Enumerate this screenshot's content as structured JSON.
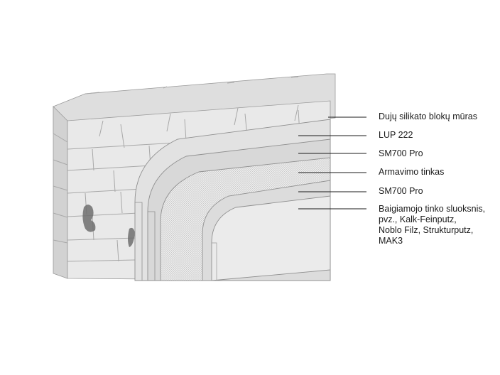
{
  "layers": [
    {
      "label": "Dujų silikato blokų mūras"
    },
    {
      "label": "LUP 222"
    },
    {
      "label": "SM700 Pro"
    },
    {
      "label": "Armavimo tinkas"
    },
    {
      "label": "SM700 Pro"
    },
    {
      "label": "Baigiamojo tinko sluoksnis,\npvz., Kalk-Feinputz,\nNoblo Filz, Strukturputz,\nMAK3"
    }
  ]
}
